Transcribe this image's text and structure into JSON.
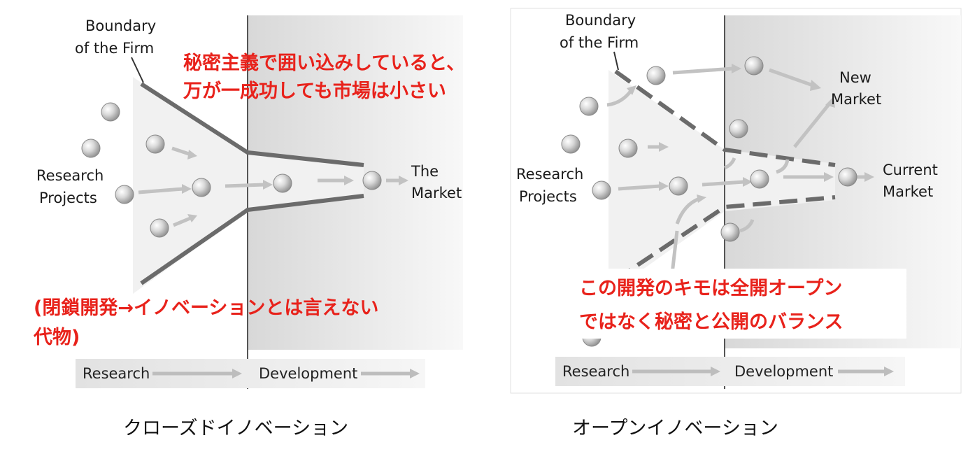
{
  "closed": {
    "boundary_label": [
      "Boundary",
      "of the Firm"
    ],
    "research_projects_label": [
      "Research",
      "Projects"
    ],
    "market_label": [
      "The",
      "Market"
    ],
    "note_top": [
      "秘密主義で囲い込みしていると、",
      "万が一成功しても市場は小さい"
    ],
    "note_bottom": [
      "(閉鎖開発→イノベーションとは言えない",
      "代物)"
    ],
    "bar_research": "Research",
    "bar_development": "Development",
    "caption": "クローズドイノベーション"
  },
  "open": {
    "boundary_label": [
      "Boundary",
      "of the Firm"
    ],
    "research_projects_label": [
      "Research",
      "Projects"
    ],
    "new_market_label": [
      "New",
      "Market"
    ],
    "current_market_label": [
      "Current",
      "Market"
    ],
    "note": [
      "この開発のキモは全開オープン",
      "ではなく秘密と公開のバランス"
    ],
    "bar_research": "Research",
    "bar_development": "Development",
    "caption": "オープンイノベーション"
  },
  "colors": {
    "note_red": "#e8221b",
    "boundary_line": "#6b6b6b",
    "arrow_gray": "#c2c2c2",
    "panel_shade": "#e6e6e6"
  }
}
